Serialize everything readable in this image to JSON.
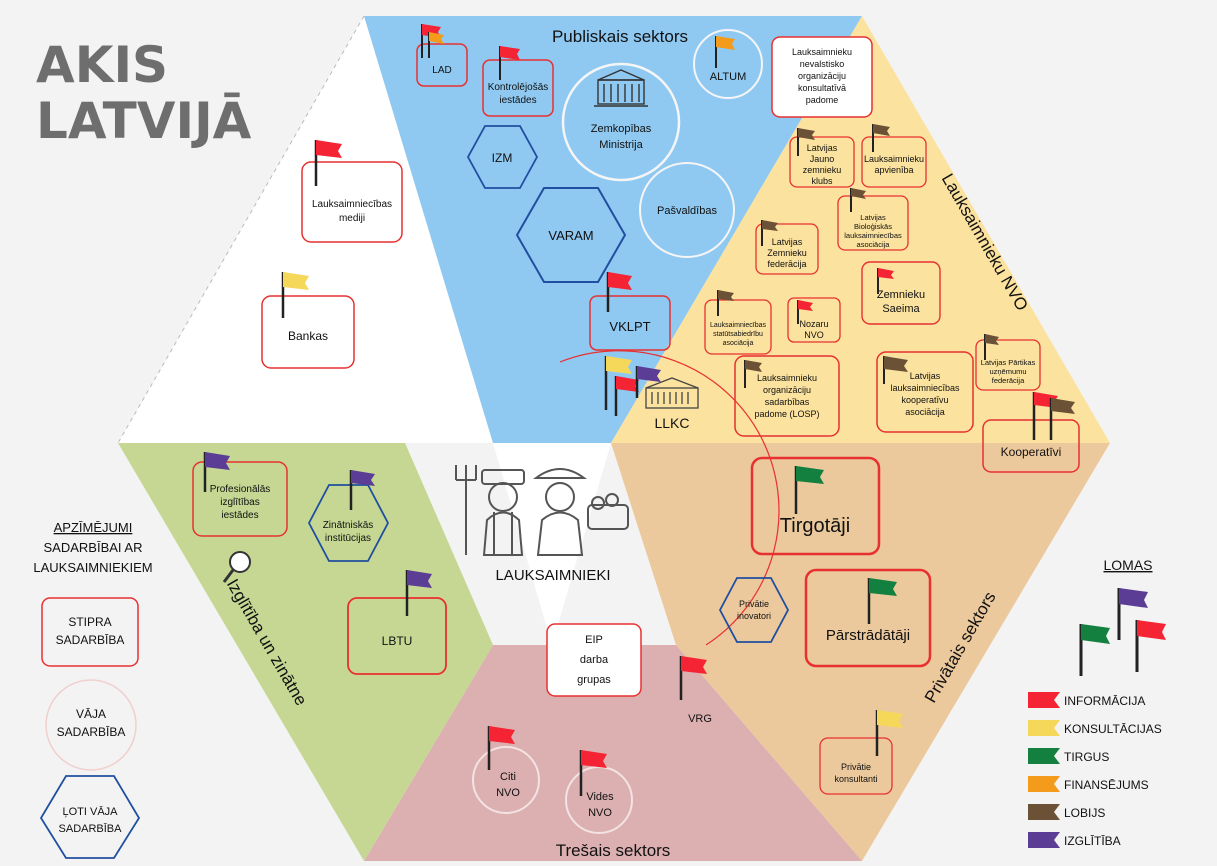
{
  "title": [
    "AKIS",
    "LATVIJĀ"
  ],
  "sectors": {
    "public": "Publiskais sektors",
    "ngo": "Lauksaimnieku NVO",
    "private": "Privātais sektors",
    "third": "Trešais sektors",
    "education": "Izglītība un zinātne"
  },
  "center": "LAUKSAIMNIEKI",
  "llkc": "LLKC",
  "nodes": {
    "lad": "LAD",
    "kontrol": [
      "Kontrolējošās",
      "iestādes"
    ],
    "zm": [
      "Zemkopības",
      "Ministrija"
    ],
    "altum": "ALTUM",
    "padome": [
      "Lauksaimnieku",
      "nevalstisko",
      "organizāciju",
      "konsultatīvā",
      "padome"
    ],
    "izm": "IZM",
    "varam": "VARAM",
    "pasv": "Pašvaldības",
    "vklpt": "VKLPT",
    "medij": [
      "Lauksaimniecības",
      "mediji"
    ],
    "bankas": "Bankas",
    "ljz": [
      "Latvijas",
      "Jauno",
      "zemnieku",
      "klubs"
    ],
    "lapv": [
      "Lauksaimnieku",
      "apvienība"
    ],
    "lbio": [
      "Latvijas",
      "Bioloģiskās",
      "lauksaimniecības",
      "asociācija"
    ],
    "lzf": [
      "Latvijas",
      "Zemnieku",
      "federācija"
    ],
    "zs": [
      "Zemnieku",
      "Saeima"
    ],
    "lsab": [
      "Lauksaimniecības",
      "statūtsabiedrību",
      "asociācija"
    ],
    "nozaru": [
      "Nozaru",
      "NVO"
    ],
    "losp": [
      "Lauksaimnieku",
      "organizāciju",
      "sadarbības",
      "padome (LOSP)"
    ],
    "llka": [
      "Latvijas",
      "lauksaimniecības",
      "kooperatīvu",
      "asociācija"
    ],
    "lpuf": [
      "Latvijas Pārtikas",
      "uzņēmumu",
      "federācija"
    ],
    "koop": "Kooperatīvi",
    "prof": [
      "Profesionālās",
      "izglītības",
      "iestādes"
    ],
    "zin": [
      "Zinātniskās",
      "institūcijas"
    ],
    "lbtu": "LBTU",
    "tirg": "Tirgotāji",
    "privinov": [
      "Privātie",
      "inovatori"
    ],
    "parstr": "Pārstrādātāji",
    "eip": [
      "EIP",
      "darba",
      "grupas"
    ],
    "vrg": "VRG",
    "citi": [
      "Citi",
      "NVO"
    ],
    "vides": [
      "Vides",
      "NVO"
    ],
    "privkons": [
      "Privātie",
      "konsultanti"
    ]
  },
  "legend": {
    "heading": [
      "APZĪMĒJUMI",
      "SADARBĪBAI AR",
      "LAUKSAIMNIEKIEM"
    ],
    "strong": [
      "STIPRA",
      "SADARBĪBA"
    ],
    "weak": [
      "VĀJA",
      "SADARBĪBA"
    ],
    "veryweak": [
      "ĻOTI VĀJA",
      "SADARBĪBA"
    ]
  },
  "roles": {
    "heading": "LOMAS",
    "items": [
      {
        "label": "INFORMĀCIJA",
        "color": "#f42434"
      },
      {
        "label": "KONSULTĀCIJAS",
        "color": "#f5d85a"
      },
      {
        "label": "TIRGUS",
        "color": "#13803f"
      },
      {
        "label": "FINANSĒJUMS",
        "color": "#f49b1c"
      },
      {
        "label": "LOBIJS",
        "color": "#6b5236"
      },
      {
        "label": "IZGLĪTĪBA",
        "color": "#5b3d95"
      }
    ]
  }
}
